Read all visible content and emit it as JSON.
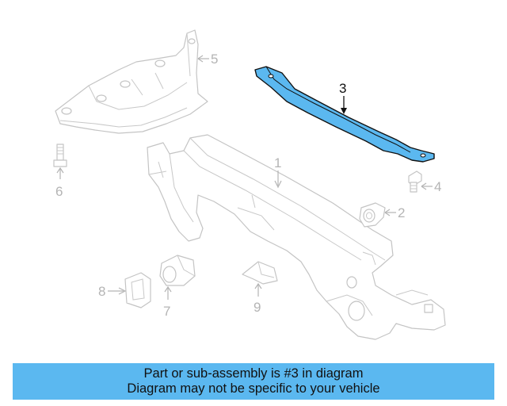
{
  "diagram": {
    "highlighted_part": "3",
    "highlight_color": "#5bb8f0",
    "callouts": [
      "1",
      "2",
      "3",
      "4",
      "5",
      "6",
      "7",
      "8",
      "9"
    ]
  },
  "banner": {
    "line1": "Part or sub-assembly is #3 in diagram",
    "line2": "Diagram may not be specific to your vehicle",
    "background_color": "#5bb8f0"
  }
}
